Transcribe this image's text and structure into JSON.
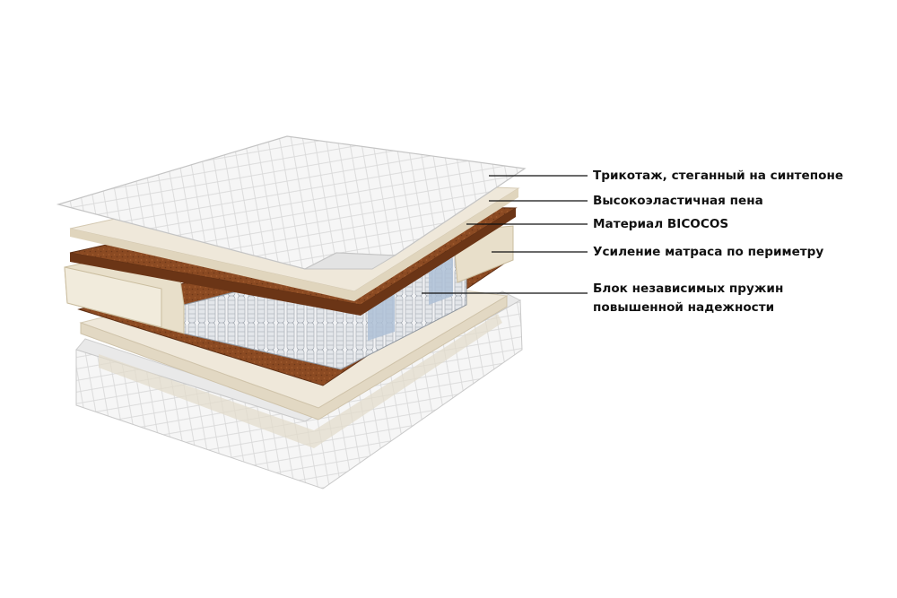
{
  "diagram": {
    "labels": [
      {
        "id": "knit",
        "lines": [
          "Трикотаж, стеганный на синтепоне"
        ]
      },
      {
        "id": "foam",
        "lines": [
          "Высокоэластичная пена"
        ]
      },
      {
        "id": "bicocos",
        "lines": [
          "Материал BICOCOS"
        ]
      },
      {
        "id": "perimeter",
        "lines": [
          "Усиление матраса по периметру"
        ]
      },
      {
        "id": "springs",
        "lines": [
          "Блок независимых пружин",
          "повышенной надежности"
        ]
      }
    ]
  },
  "colors": {
    "quilt": "#f4f4f4",
    "quilt_edge": "#c9c9c9",
    "foam": "#efe8da",
    "coir": "#8b4a22",
    "perimeter_foam": "#e6dcc6",
    "spring": "#e9ecef",
    "spring_accent": "#aebfd6",
    "leader_line": "#111111"
  }
}
